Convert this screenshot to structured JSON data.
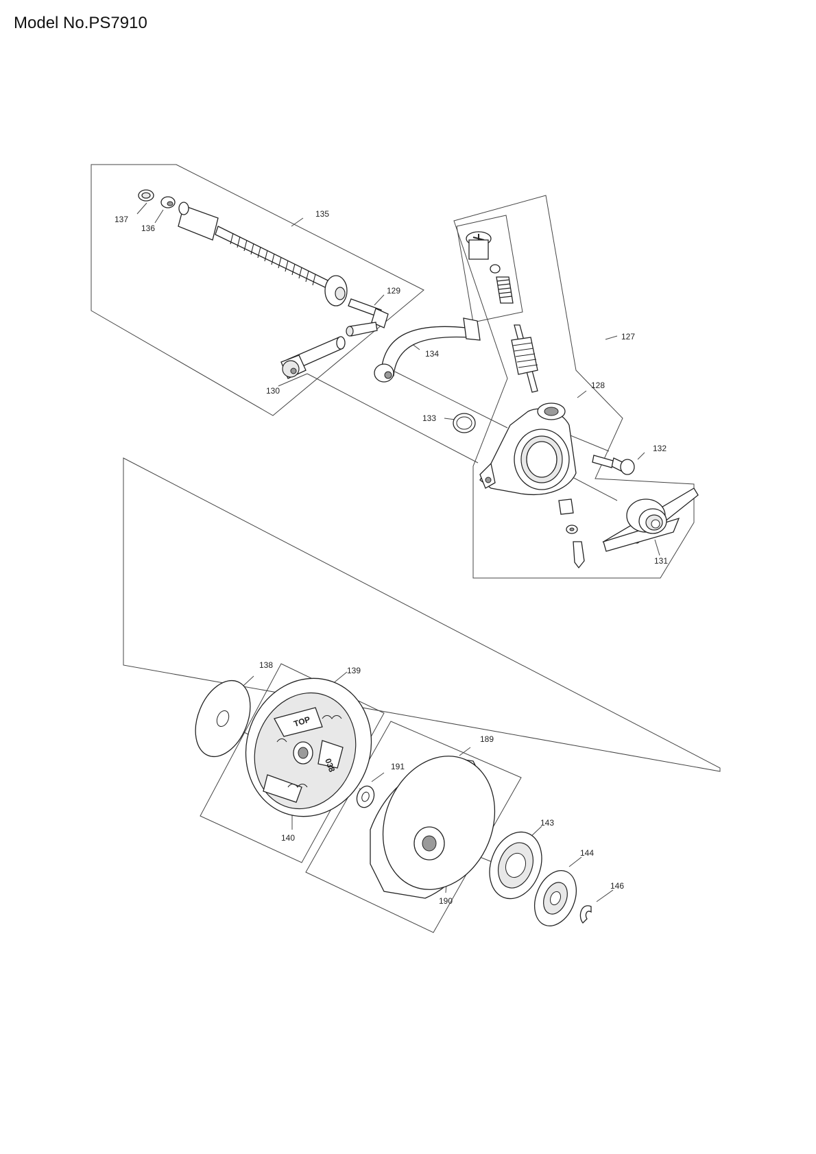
{
  "header": {
    "model_label": "Model No.PS7910"
  },
  "callouts": [
    {
      "id": "137",
      "text": "137"
    },
    {
      "id": "136",
      "text": "136"
    },
    {
      "id": "135",
      "text": "135"
    },
    {
      "id": "129",
      "text": "129"
    },
    {
      "id": "134",
      "text": "134"
    },
    {
      "id": "130",
      "text": "130"
    },
    {
      "id": "133",
      "text": "133"
    },
    {
      "id": "127",
      "text": "127"
    },
    {
      "id": "128",
      "text": "128"
    },
    {
      "id": "132",
      "text": "132"
    },
    {
      "id": "131",
      "text": "131"
    },
    {
      "id": "138",
      "text": "138"
    },
    {
      "id": "139",
      "text": "139"
    },
    {
      "id": "189",
      "text": "189"
    },
    {
      "id": "191",
      "text": "191"
    },
    {
      "id": "140",
      "text": "140"
    },
    {
      "id": "143",
      "text": "143"
    },
    {
      "id": "144",
      "text": "144"
    },
    {
      "id": "146",
      "text": "146"
    },
    {
      "id": "190",
      "text": "190"
    }
  ],
  "part_marks": {
    "top_mark": "TOP",
    "ring_mark": "038"
  }
}
